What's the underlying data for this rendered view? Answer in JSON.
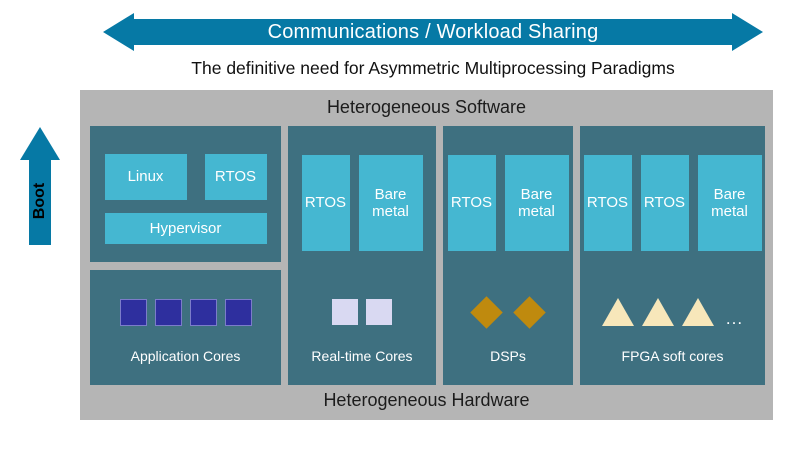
{
  "header": {
    "arrow_label": "Communications / Workload Sharing",
    "subtitle": "The definitive need for Asymmetric Multiprocessing Paradigms"
  },
  "boot": {
    "label": "Boot"
  },
  "software": {
    "title": "Heterogeneous Software",
    "columns": [
      {
        "boxes": [
          {
            "label": "Linux"
          },
          {
            "label": "RTOS"
          },
          {
            "label": "Hypervisor"
          }
        ]
      },
      {
        "boxes": [
          {
            "label": "RTOS"
          },
          {
            "label": "Bare metal"
          }
        ]
      },
      {
        "boxes": [
          {
            "label": "RTOS"
          },
          {
            "label": "Bare metal"
          }
        ]
      },
      {
        "boxes": [
          {
            "label": "RTOS"
          },
          {
            "label": "RTOS"
          },
          {
            "label": "Bare metal"
          }
        ]
      }
    ]
  },
  "hardware": {
    "title": "Heterogeneous Hardware",
    "groups": [
      {
        "label": "Application Cores",
        "shape": "square",
        "count": 4,
        "color": "#2e2f9e"
      },
      {
        "label": "Real-time Cores",
        "shape": "square",
        "count": 2,
        "color": "#d9d9f2"
      },
      {
        "label": "DSPs",
        "shape": "diamond",
        "count": 2,
        "color": "#bf8a0e"
      },
      {
        "label": "FPGA soft cores",
        "shape": "triangle",
        "count": 3,
        "color": "#f7e7ba",
        "ellipsis": "..."
      }
    ]
  },
  "colors": {
    "arrow": "#0679a5",
    "panel": "#3e7080",
    "software_box": "#45b7d1",
    "container_bg": "#b5b5b5"
  }
}
